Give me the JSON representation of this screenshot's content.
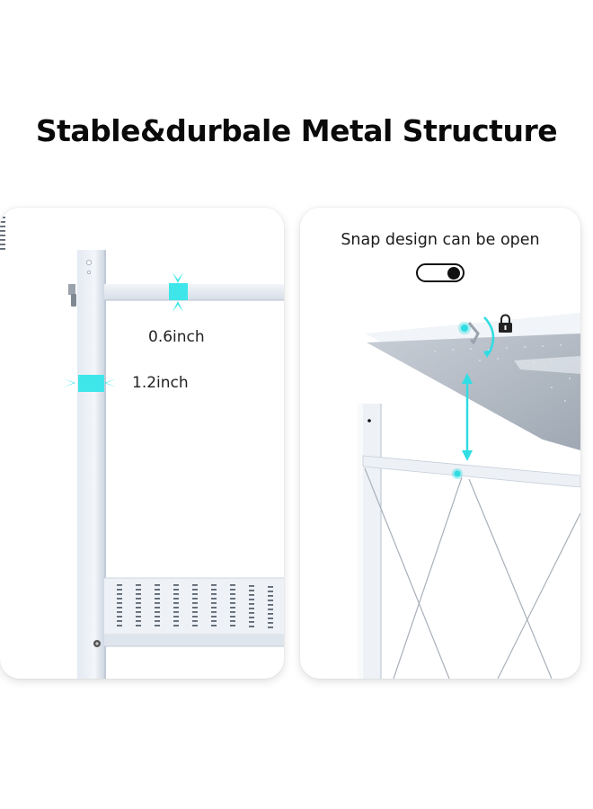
{
  "header": {
    "title": "Stable&durbale Metal Structure"
  },
  "left_panel": {
    "measurements": [
      {
        "label": "0.6inch",
        "target": "horizontal-bar-thickness"
      },
      {
        "label": "1.2inch",
        "target": "vertical-post-width"
      }
    ],
    "marker_color": "#3ee6ea"
  },
  "right_panel": {
    "caption": "Snap design can be open",
    "toggle_state": "on",
    "icons": [
      "lock-icon",
      "rotate-arrow-icon",
      "double-arrow-icon",
      "snap-joint-icon"
    ],
    "accent_color": "#2fdde3"
  }
}
